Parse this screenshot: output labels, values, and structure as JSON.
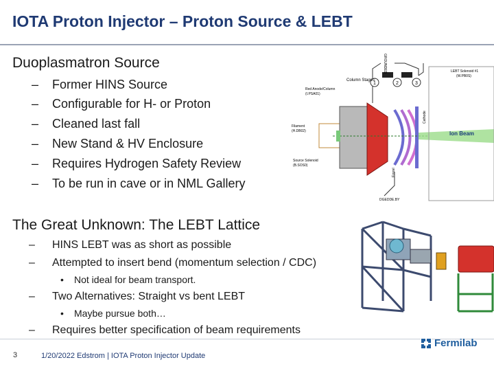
{
  "slide": {
    "title": "IOTA Proton Injector – Proton Source & LEBT",
    "section1_heading": "Duoplasmatron Source",
    "section1_bullets": [
      "Former HINS Source",
      "Configurable for H- or Proton",
      "Cleaned last fall",
      "New Stand & HV Enclosure",
      "Requires Hydrogen Safety Review",
      "To be run in cave or in NML Gallery"
    ],
    "section2_heading": "The Great Unknown: The LEBT Lattice",
    "section2_bullets": [
      "HINS LEBT was as short as possible",
      "Attempted to insert bend (momentum selection / CDC)",
      "Not ideal for beam transport.",
      "Two Alternatives: Straight vs bent LEBT",
      "Maybe pursue both…",
      "Requires better specification of beam requirements"
    ],
    "dash": "–",
    "dot": "•"
  },
  "diagram": {
    "labels": {
      "column_stages": "Column Stages:",
      "ion_beam": "Ion Beam",
      "lebt_solenoid": "LEBT Solenoid #1",
      "lebt_solenoid_id": "(W.PB0S)",
      "filament": "Filament",
      "filament_id": "(H.DB02)",
      "source_solenoid": "Source Solenoid",
      "source_solenoid_id": "(B.SOS0)",
      "red_anode": "Red Anode/Column",
      "red_anode_id": "(I.PSA01)",
      "cathode": "Cathode",
      "einzel": "Einzel",
      "grounded": "GROUNDED",
      "bottom": "DGEDDE.BY",
      "stage1": "1",
      "stage2": "2",
      "stage3": "3"
    }
  },
  "footer": {
    "page": "3",
    "text": "1/20/2022  Edstrom | IOTA Proton Injector Update",
    "logo": "Fermilab"
  },
  "colors": {
    "title": "#1f3a73",
    "accent_red": "#d4322c",
    "beam_green": "#9bdc8a",
    "frame_steel": "#3c4a6e",
    "fermilab_blue": "#1f5e9e"
  }
}
